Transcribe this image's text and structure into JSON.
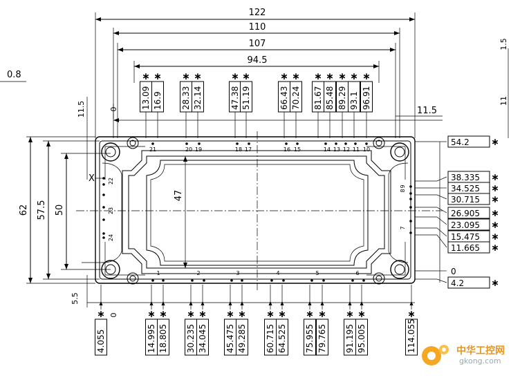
{
  "top_dims": {
    "w122": "122",
    "w110": "110",
    "w107": "107",
    "w94_5": "94.5"
  },
  "top_offsets": [
    "13.09",
    "16.9",
    "28.33",
    "32.14",
    "47.38",
    "51.19",
    "66.43",
    "70.24",
    "81.67",
    "85.48",
    "89.29",
    "93.1",
    "96.91"
  ],
  "bottom_offsets": [
    "4.055",
    "14.995",
    "18.805",
    "30.235",
    "34.045",
    "45.475",
    "49.285",
    "60.715",
    "64.525",
    "75.955",
    "79.765",
    "91.195",
    "95.005",
    "114.055"
  ],
  "right_offsets": [
    "54.2",
    "38.335",
    "34.525",
    "30.715",
    "26.905",
    "23.095",
    "15.475",
    "11.665",
    "0",
    "4.2"
  ],
  "left_dims": {
    "h62": "62",
    "h57_5": "57.5",
    "h50": "50",
    "h47": "47",
    "h11_5": "11.5",
    "h5_5": "5.5",
    "w0_8": "0.8"
  },
  "misc": {
    "right_11_5": "11.5",
    "right_11": "11",
    "right_1_5": "1.5",
    "zero_top": "0",
    "zero_bottom": "0",
    "x_mark": "X",
    "star": "∗"
  },
  "pins_top": [
    "21",
    "20",
    "19",
    "18",
    "17",
    "16",
    "15",
    "14",
    "13",
    "12",
    "11",
    "10"
  ],
  "pins_bottom": [
    "1",
    "2",
    "3",
    "4",
    "5",
    "6"
  ],
  "pins_left": [
    "22",
    "23",
    "24"
  ],
  "pins_right": [
    "8",
    "9",
    "7"
  ],
  "watermark": {
    "brand": "中华工控网",
    "url": "gkong.com"
  }
}
